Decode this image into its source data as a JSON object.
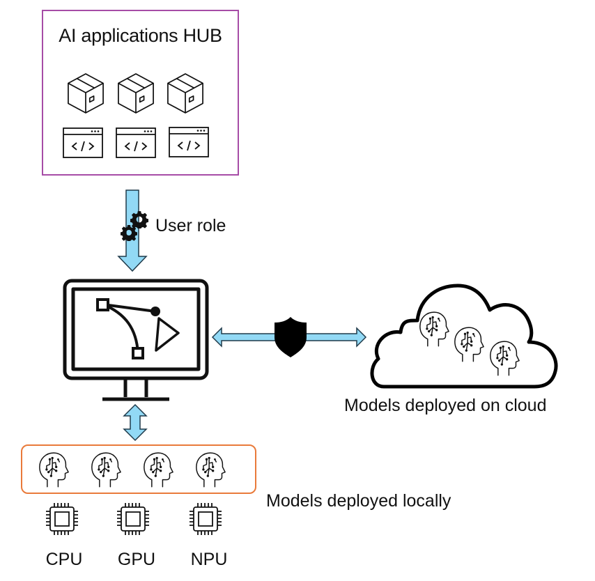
{
  "hub": {
    "title": "AI applications HUB",
    "packages": [
      "package-icon",
      "package-icon",
      "package-icon"
    ],
    "code_windows": [
      "code-window-icon",
      "code-window-icon",
      "code-window-icon"
    ],
    "border_color": "#a64ca6"
  },
  "arrow_user_role": {
    "label": "User role",
    "icon": "gears-icon",
    "fill_color": "#92d9f5"
  },
  "workstation": {
    "icon": "monitor-bezier-icon"
  },
  "secure_link": {
    "icon": "shield-icon"
  },
  "cloud": {
    "label": "Models deployed on cloud",
    "models": [
      "ai-head-icon",
      "ai-head-icon",
      "ai-head-icon"
    ]
  },
  "local": {
    "label": "Models deployed locally",
    "models": [
      "ai-head-icon",
      "ai-head-icon",
      "ai-head-icon",
      "ai-head-icon"
    ],
    "border_color": "#e97a3a"
  },
  "hardware": [
    {
      "label": "CPU",
      "icon": "chip-icon"
    },
    {
      "label": "GPU",
      "icon": "chip-icon"
    },
    {
      "label": "NPU",
      "icon": "chip-icon"
    }
  ]
}
